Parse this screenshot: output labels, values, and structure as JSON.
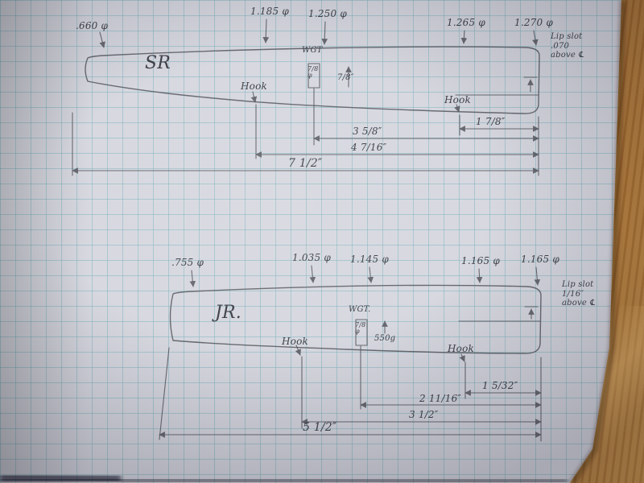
{
  "colors": {
    "wood": "#a06426",
    "paper": "#d7d8e0",
    "pencil": "#5a5b62",
    "ink": "#41434b"
  },
  "sr": {
    "label": "SR",
    "dia1": ".660 φ",
    "dia2": "1.185 φ",
    "dia3": "1.250 φ",
    "dia4": "1.265 φ",
    "dia5": "1.270 φ",
    "lip_note": "Lip slot .070 above ℄",
    "wgt_label": "WGT",
    "wgt_dia": "7/8 φ",
    "depth": "7/8″",
    "hook1": "Hook",
    "hook2": "Hook",
    "dim_hook2_to_end": "1 7/8″",
    "dim_wgt_to_end": "3 5/8″",
    "dim_hook1_to_end": "4 7/16″",
    "dim_overall": "7 1/2″"
  },
  "jr": {
    "label": "JR.",
    "dia1": ".755 φ",
    "dia2": "1.035 φ",
    "dia3": "1.145 φ",
    "dia4": "1.165 φ",
    "dia5": "1.165 φ",
    "lip_note": "Lip slot 1/16″ above ℄",
    "wgt_label": "WGT.",
    "wgt_dia": "7/8 φ",
    "weight": "550g",
    "hook1": "Hook",
    "hook2": "Hook",
    "dim_hook2_to_end": "1 5/32″",
    "dim_wgt_to_end": "2 11/16″",
    "dim_hook1_to_end": "3 1/2″",
    "dim_overall": "5 1/2″"
  }
}
